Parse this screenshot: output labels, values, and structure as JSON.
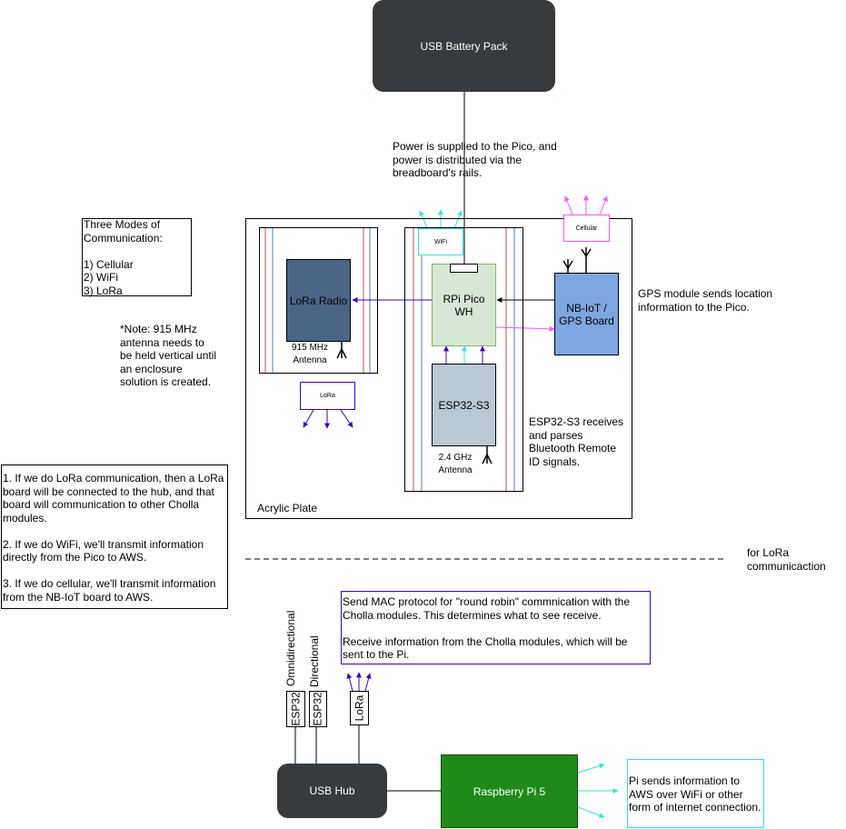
{
  "battery": {
    "label": "USB Battery Pack"
  },
  "power_note": "Power is supplied to the Pico, and\npower is distributed via the\nbreadboard's rails.",
  "modes_box": "Three Modes of\nCommunication:\n\n1) Cellular\n2) WiFi\n3) LoRa",
  "antenna_note": "*Note: 915 MHz\nantenna needs to\nbe held vertical until\nan enclosure\nsolution is created.",
  "comm_notes": "1. If we do LoRa communication, then a LoRa\nboard will be connected to the hub, and that\nboard will communication to other Cholla\nmodules.\n\n2. If we do WiFi, we'll transmit information\ndirectly from the Pico to AWS.\n\n3. If we do cellular, we'll transmit information\nfrom the NB-IoT board to AWS.",
  "plate": {
    "label": "Acrylic Plate"
  },
  "lora_radio": {
    "label": "LoRa Radio",
    "antenna": "915 MHz\nAntenna"
  },
  "lora_small": {
    "label": "LoRa"
  },
  "wifi_small": {
    "label": "WiFi"
  },
  "cellular_small": {
    "label": "Cellular"
  },
  "pico": {
    "label": "RPi Pico\nWH"
  },
  "esp32": {
    "label": "ESP32-S3",
    "antenna": "2.4 GHz\nAntenna"
  },
  "nbiot": {
    "label": "NB-IoT /\nGPS Board"
  },
  "gps_note": "GPS module sends location\ninformation to the Pico.",
  "esp_note": "ESP32-S3 receives\nand parses\nBluetooth Remote\nID signals.",
  "divider_note": "for LoRa\ncommunicaction",
  "mac_note": "Send MAC protocol for \"round robin\" commnication with the\nCholla modules. This determines what to see receive.\n\nReceive information from the Cholla modules, which will be\nsent to the Pi.",
  "hub_devices": [
    {
      "device": "ESP32",
      "caption": "Omnidirectional"
    },
    {
      "device": "ESP32",
      "caption": "Directional"
    },
    {
      "device": "LoRa",
      "caption": ""
    }
  ],
  "usb_hub": {
    "label": "USB Hub"
  },
  "pi5": {
    "label": "Raspberry Pi 5"
  },
  "pi_note": "Pi sends information to\nAWS over WiFi or other\nform of internet connection.",
  "colors": {
    "dark": "#373a3e",
    "lora_radio": "#4b6586",
    "pico": "#d6e8d4",
    "esp32": "#bac8d3",
    "nbiot": "#7ea6e0",
    "pi5": "#1f8a1a",
    "purple": "#3a00cc",
    "cyan": "#2fe6e6",
    "magenta": "#ff55ff",
    "rail_red": "#c0504d",
    "rail_blue": "#4f81bd"
  }
}
